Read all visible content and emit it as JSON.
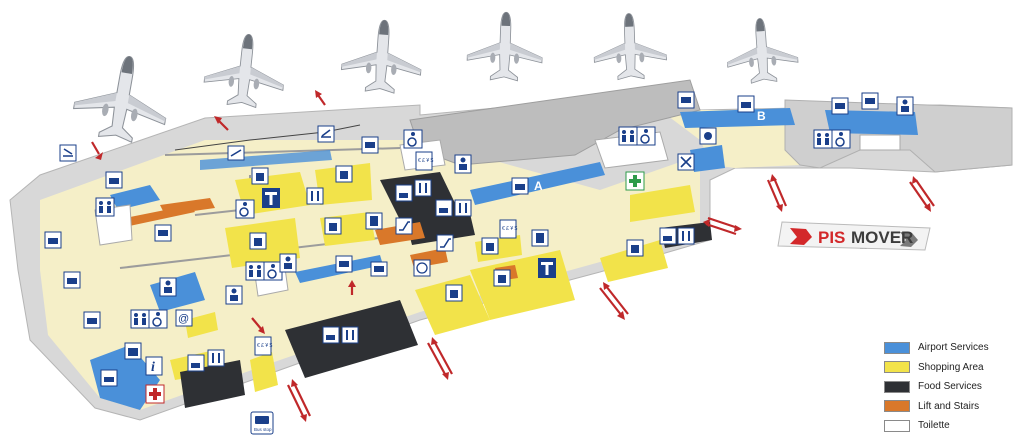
{
  "map": {
    "gates": [
      {
        "label": "A"
      },
      {
        "label": "B"
      }
    ],
    "pismover": {
      "brand_left": "PIS",
      "brand_right": "MOVER",
      "tagline": "......"
    },
    "bus_stop_label": "Bus stop",
    "currency_glyph": "€ £ ¥ $",
    "colors": {
      "airport_services": "#4a90d9",
      "shopping_area": "#f2e34a",
      "food_services": "#2e3034",
      "lift_and_stairs": "#d9782a",
      "toilette": "#ffffff",
      "floor": "#f5efc8",
      "wall": "#d9d9d9",
      "arrow": "#c0282a"
    }
  },
  "legend": {
    "items": [
      {
        "label": "Airport Services",
        "color": "#4a90d9"
      },
      {
        "label": "Shopping Area",
        "color": "#f2e34a"
      },
      {
        "label": "Food Services",
        "color": "#2e3034"
      },
      {
        "label": "Lift and Stairs",
        "color": "#d9782a"
      },
      {
        "label": "Toilette",
        "color": "#ffffff"
      }
    ]
  }
}
